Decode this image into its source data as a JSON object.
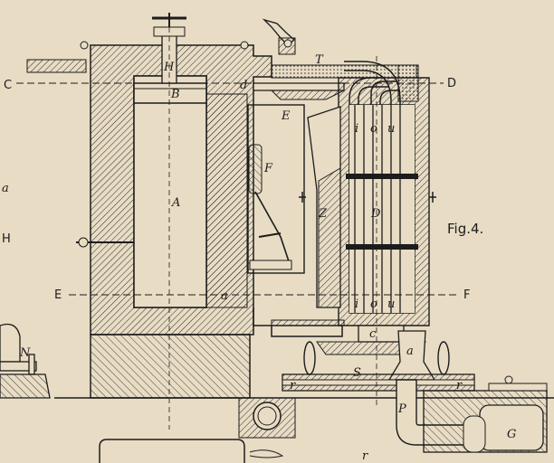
{
  "figure": {
    "caption": "Fig.4.",
    "section_lines": [
      {
        "id": "C-D",
        "start": "C",
        "end": "D"
      },
      {
        "id": "E-F",
        "start": "E",
        "end": "F"
      }
    ],
    "part_labels": {
      "H_top": "H",
      "B": "B",
      "A": "A",
      "d": "d",
      "T": "T",
      "E": "E",
      "F": "F",
      "Z": "Z",
      "D": "D",
      "a": "a",
      "i_top": "i",
      "o_top": "o",
      "u_top": "u",
      "i_bot": "i",
      "o_bot": "o",
      "u_bot": "u",
      "c": "c",
      "S": "S",
      "a_bot": "a",
      "P": "P",
      "r_left": "r",
      "r_right": "r",
      "G": "G",
      "N": "N",
      "H_left": "H",
      "a_left": "a",
      "r_bottom": "r"
    }
  },
  "colors": {
    "paper": "#e8dcc4",
    "ink": "#1c1c1c"
  }
}
